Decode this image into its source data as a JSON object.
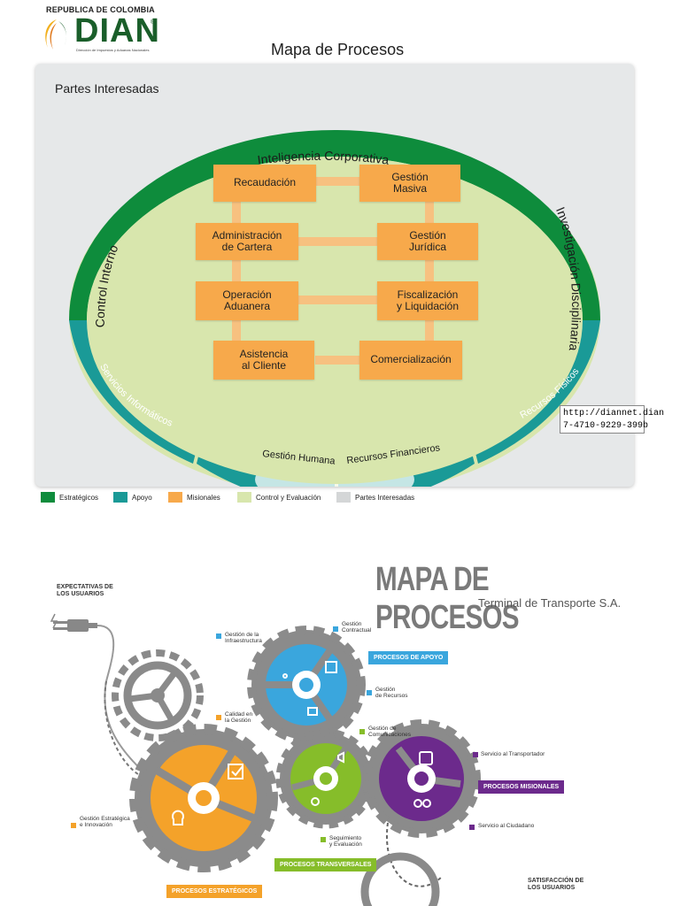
{
  "dian": {
    "country": "REPUBLICA DE COLOMBIA",
    "brand": "DIAN",
    "brand_sub": "Dirección de Impuestos y Aduanas Nacionales",
    "title": "Mapa de Procesos",
    "partes": "Partes Interesadas",
    "ring": {
      "top": "Inteligencia Corporativa",
      "left": "Control Interno",
      "right": "Investigación Disciplinaria",
      "servicios": "Servicios Informáticos",
      "gestion_humana": "Gestión Humana",
      "recursos_financieros": "Recursos Financieros",
      "recursos_fisicos": "Recursos Físicos"
    },
    "processes": {
      "recaudacion": "Recaudación",
      "gestion_masiva_1": "Gestión",
      "gestion_masiva_2": "Masiva",
      "admin_1": "Administración",
      "admin_2": "de Cartera",
      "juridica_1": "Gestión",
      "juridica_2": "Jurídica",
      "operacion_1": "Operación",
      "operacion_2": "Aduanera",
      "fiscalizacion_1": "Fiscalización",
      "fiscalizacion_2": "y Liquidación",
      "asistencia_1": "Asistencia",
      "asistencia_2": "al Cliente",
      "comercializacion": "Comercialización"
    },
    "url_tip_1": "http://diannet.dian",
    "url_tip_2": "7-4710-9229-399b",
    "legend": [
      {
        "label": "Estratégicos",
        "color": "#0e8c3c"
      },
      {
        "label": "Apoyo",
        "color": "#1a9a97"
      },
      {
        "label": "Misionales",
        "color": "#f7a94b"
      },
      {
        "label": "Control y Evaluación",
        "color": "#d8e6ad"
      },
      {
        "label": "Partes Interesadas",
        "color": "#d4d6d7"
      }
    ],
    "colors": {
      "strategic": "#0e8c3c",
      "support": "#1a9a97",
      "missional": "#f7a94b",
      "control": "#d8e6ad"
    }
  },
  "terminal": {
    "title": "MAPA DE PROCESOS",
    "subtitle": "Terminal de Transporte S.A.",
    "expectativas_1": "EXPECTATIVAS DE",
    "expectativas_2": "LOS USUARIOS",
    "satisfaccion_1": "SATISFACCIÓN DE",
    "satisfaccion_2": "LOS USUARIOS",
    "apoyo_tag": "PROCESOS DE APOYO",
    "misionales_tag": "PROCESOS MISIONALES",
    "transversales_tag": "PROCESOS TRANSVERSALES",
    "estrategicos_tag": "PROCESOS ESTRATÉGICOS",
    "labels": {
      "infra_1": "Gestión de la",
      "infra_2": "Infraestructura",
      "contractual_1": "Gestión",
      "contractual_2": "Contractual",
      "recursos_1": "Gestión",
      "recursos_2": "de Recursos",
      "calidad_1": "Calidad en",
      "calidad_2": "la Gestión",
      "comunicaciones_1": "Gestión de",
      "comunicaciones_2": "Comunicaciones",
      "transportador": "Servicio al Transportador",
      "ciudadano": "Servicio al Ciudadano",
      "estrategica_1": "Gestión Estratégica",
      "estrategica_2": "e Innovación",
      "seguimiento_1": "Seguimiento",
      "seguimiento_2": "y Evaluación"
    },
    "colors": {
      "blue": "#3aa6dd",
      "purple": "#6c2a8c",
      "orange": "#f4a22a",
      "green": "#86bd2a",
      "gray": "#7d7d7d"
    }
  }
}
